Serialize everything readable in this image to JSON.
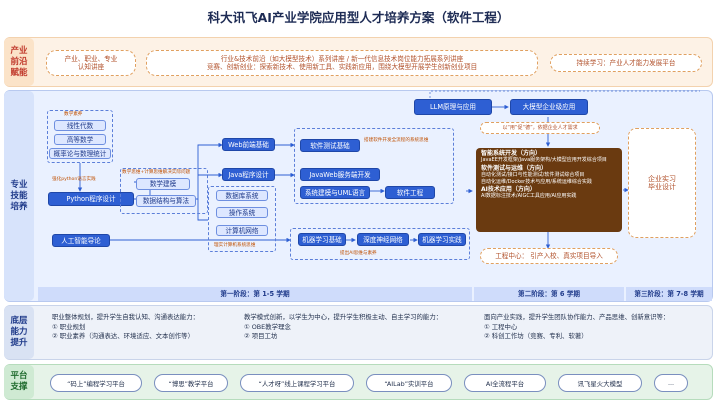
{
  "title": "科大讯飞AI产业学院应用型人才培养方案（软件工程）",
  "labels": {
    "frontier": "产业\n前沿\n赋能",
    "skills": "专业\n技能\n培养",
    "bottom": "底层\n能力\n提升",
    "platform": "平台\n支撑"
  },
  "frontier": {
    "left": "产业、职业、专业\n认知讲座",
    "middle": "行业&技术前沿（如大模型技术）系列讲座 / 新一代信息技术岗位能力拓展系列讲座\n竞赛、创新创业：探索新技术、使用新工具、实践新应用，围绕大模型开展学生创新创业项目",
    "right": "持续学习：产业人才能力发展平台"
  },
  "math": {
    "header": "数学素养",
    "items": [
      "线性代数",
      "高等数学",
      "概率论与数理统计"
    ]
  },
  "notes": {
    "python_base": "强化python语言实践",
    "data_algo": "数学思维+计算思维解决实际问题",
    "web_test": "搭建软件开发全流程的系统思维",
    "sys": "理实计算机系统思维",
    "ai_base": "提出AI思维与素养",
    "llm_bridge": "以“用”促“德”，依据企业人才需求"
  },
  "nodes": {
    "python": "Python程序设计",
    "math_model": "数学建模",
    "ds_algo": "数据结构与算法",
    "ai_intro": "人工智能导论",
    "web_basic": "Web前端基础",
    "java": "Java程序设计",
    "db": "数据库系统",
    "os": "操作系统",
    "net": "计算机网络",
    "sw_test_basic": "软件测试基础",
    "javaweb": "JavaWeb服务端开发",
    "uml": "系统建模与UML语言",
    "swe": "软件工程",
    "ml": "机器学习基础",
    "dl": "深度神经网络",
    "ml_practice": "机器学习实践",
    "llm_theory": "LLM原理与应用",
    "llm_app": "大模型企业级应用"
  },
  "directions": {
    "d1": "智能系统开发（方向）",
    "d1_desc": "JavaEE开发框架/Java服务架构/大模型应用开发综合项目",
    "d2": "软件测试与运维（方向）",
    "d2_desc": "自动化测试/接口与性能测试/软件测试综合项目\n自动化运维/Docker技术与应用/系统运维综合实践",
    "d3": "AI技术应用（方向）",
    "d3_desc": "AI数据标注技术/AIGC工具应用/AI应用实践"
  },
  "practice": "企业实习\n毕业设计",
  "work_center": "工程中心： 引产入校、真实项目导入",
  "stages": [
    "第一阶段：第 1-5 学期",
    "第二阶段：第 6 学期",
    "第三阶段：第 7-8 学期"
  ],
  "bottom": [
    {
      "head": "职业整体规划，提升学生自我认知、沟通表达能力：",
      "items": [
        "① 职业规划",
        "② 职业素养（沟通表达、环境适应、文本创作等）"
      ]
    },
    {
      "head": "教学模式创新，以学生为中心，提升学生积极主动、自主学习的能力：",
      "items": [
        "① OBE教学理念",
        "② 项目工坊"
      ]
    },
    {
      "head": "面向产业实践，提升学生团队协作能力、产品思维、创新意识等：",
      "items": [
        "① 工程中心",
        "② 科创工作坊（竞赛、专利、软著）"
      ]
    }
  ],
  "platforms": [
    "“码上”编程学习平台",
    "“博思”教学平台",
    "“人才呀”线上课程学习平台",
    "“AILab”实训平台",
    "AI全流程平台",
    "讯飞星火大模型",
    "..."
  ],
  "colors": {
    "accent": "#2e5fd3",
    "orange": "#e0a060",
    "brown": "#6a3a10"
  }
}
